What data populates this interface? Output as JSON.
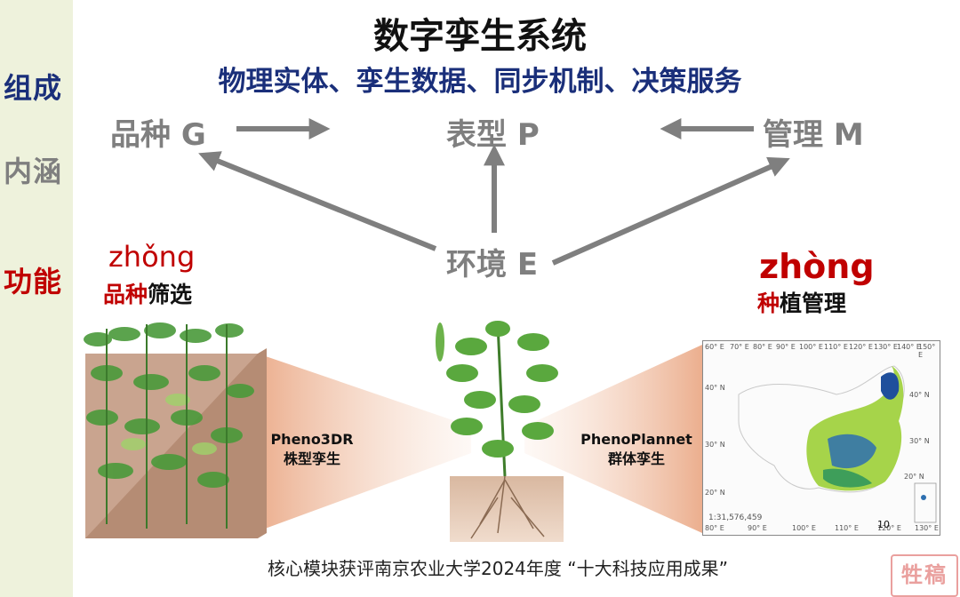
{
  "title": "数字孪生系统",
  "sidebar": {
    "items": [
      {
        "label": "组成",
        "color": "#1a2f7a"
      },
      {
        "label": "内涵",
        "color": "#7f7f7f"
      },
      {
        "label": "功能",
        "color": "#c00000"
      }
    ]
  },
  "components": "物理实体、孪生数据、同步机制、决策服务",
  "nodes": {
    "genotype": "品种 G",
    "phenotype": "表型 P",
    "management": "管理 M",
    "environment": "环境 E"
  },
  "functions": {
    "left": {
      "pinyin": "zhǒng",
      "title_highlight": "品种",
      "title_rest": "筛选"
    },
    "right": {
      "pinyin": "zhòng",
      "title_highlight": "种",
      "title_rest": "植管理"
    }
  },
  "panels": {
    "left_tool": "Pheno3DR",
    "left_desc": "株型孪生",
    "right_tool": "PhenoPlannet",
    "right_desc": "群体孪生"
  },
  "map": {
    "top_ticks": [
      "60° E",
      "70° E",
      "80° E",
      "90° E",
      "100° E",
      "110° E",
      "120° E",
      "130° E",
      "140° E",
      "150° E"
    ],
    "bottom_ticks": [
      "80° E",
      "90° E",
      "100° E",
      "110° E",
      "120° E",
      "130° E"
    ],
    "left_ticks": [
      "40° N",
      "30° N",
      "20° N"
    ],
    "right_ticks": [
      "40° N",
      "30° N",
      "20° N"
    ],
    "scale": "1:31,576,459",
    "inset_number": "10"
  },
  "footer": "核心模块获评南京农业大学2024年度 “十大科技应用成果”",
  "watermark": "牲稿",
  "colors": {
    "arrow": "#7f7f7f",
    "accent_red": "#c00000",
    "accent_blue": "#1a2f7a",
    "sidebar_bg": "#eef2dc"
  }
}
